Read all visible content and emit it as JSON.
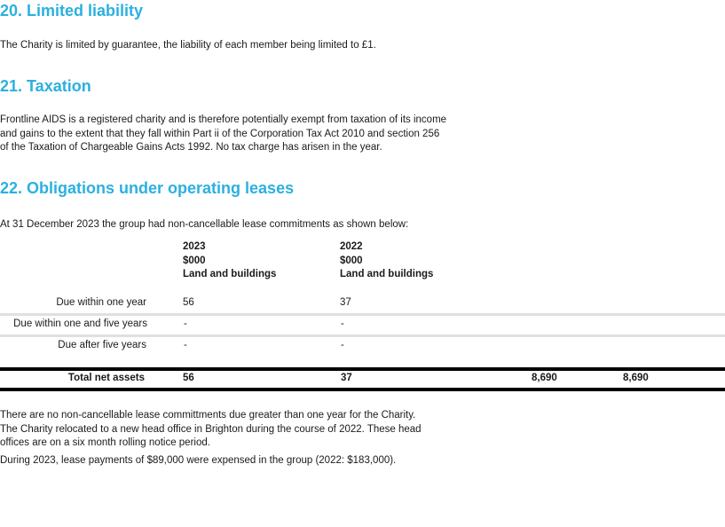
{
  "sections": [
    {
      "heading": "20. Limited liability",
      "paragraph": "The Charity is limited by guarantee, the liability of each member being limited to £1."
    },
    {
      "heading": "21. Taxation",
      "lines": [
        "Frontline AIDS is a registered charity and is therefore potentially exempt from taxation of its income",
        "and gains to the extent that they fall within Part ii of the Corporation Tax Act 2010 and section 256",
        "of the Taxation of Chargeable Gains Acts 1992. No tax charge has arisen in the year."
      ]
    },
    {
      "heading": "22. Obligations under operating leases",
      "intro": "At 31 December 2023 the group had non-cancellable lease commitments as shown below:"
    }
  ],
  "lease_table": {
    "columns": [
      {
        "year": "2023",
        "unit": "$000",
        "category": "Land and buildings"
      },
      {
        "year": "2022",
        "unit": "$000",
        "category": "Land and buildings"
      }
    ],
    "rows": [
      {
        "label": "Due within one year",
        "values": [
          "56",
          "37"
        ]
      },
      {
        "label": "Due within one and five years",
        "values": [
          "-",
          "-"
        ]
      },
      {
        "label": "Due after five years",
        "values": [
          "-",
          "-"
        ]
      }
    ],
    "total": {
      "label": "Total net assets",
      "values": [
        "56",
        "37",
        "8,690",
        "8,690"
      ]
    }
  },
  "notes": {
    "lines": [
      "There are no non-cancellable lease committments due greater than one year for the Charity.",
      "The Charity relocated to a new head office in Brighton during the course of 2022. These head",
      "offices are on a six month rolling notice period."
    ],
    "payments": "During 2023, lease payments of $89,000 were expensed in the group (2022: $183,000)."
  },
  "colors": {
    "heading": "#2bb0e0",
    "text": "#1a1a1a",
    "thin_rule": "#e0e0e0",
    "thick_rule": "#000000"
  }
}
